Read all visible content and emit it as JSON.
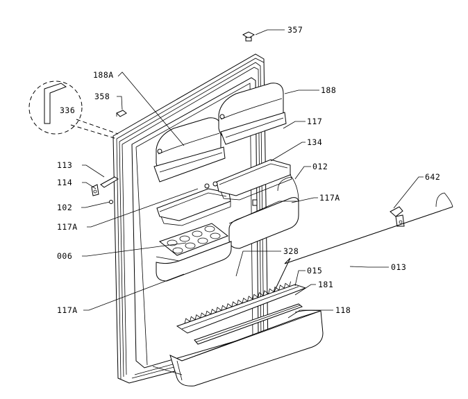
{
  "diagram": {
    "labels": {
      "p357": "357",
      "p188A": "188A",
      "p188": "188",
      "p358": "358",
      "p336": "336",
      "p117_top": "117",
      "p134": "134",
      "p012": "012",
      "p642": "642",
      "p113": "113",
      "p114": "114",
      "p102": "102",
      "p117A_right": "117A",
      "p117A_left": "117A",
      "p006": "006",
      "p328": "328",
      "p015": "015",
      "p013": "013",
      "p181": "181",
      "p117A_low": "117A",
      "p118": "118"
    },
    "colors": {
      "line": "#000000",
      "background": "#ffffff"
    }
  }
}
